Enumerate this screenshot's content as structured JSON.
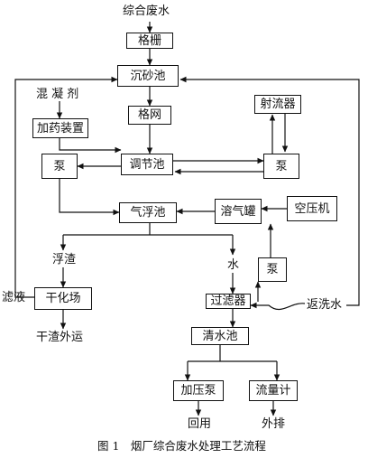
{
  "diagram": {
    "nodes": {
      "input": "综合废水",
      "grille": "格栅",
      "grit_chamber": "沉砂池",
      "coagulant": "混 凝 剂",
      "dosing": "加药装置",
      "screen": "格网",
      "ejector": "射流器",
      "pump_left": "泵",
      "equalization": "调节池",
      "pump_right": "泵",
      "flotation": "气浮池",
      "dissolved_air": "溶气罐",
      "compressor": "空压机",
      "scum": "浮渣",
      "water": "水",
      "pump_filter": "泵",
      "filtrate": "滤液",
      "drying": "干化场",
      "filter": "过滤器",
      "backwash": "返洗水",
      "clear_pool": "清水池",
      "dry_residue": "干渣外运",
      "booster_pump": "加压泵",
      "flowmeter": "流量计",
      "reuse": "回用",
      "discharge": "外排"
    },
    "caption": "图 1　烟厂综合废水处理工艺流程"
  }
}
